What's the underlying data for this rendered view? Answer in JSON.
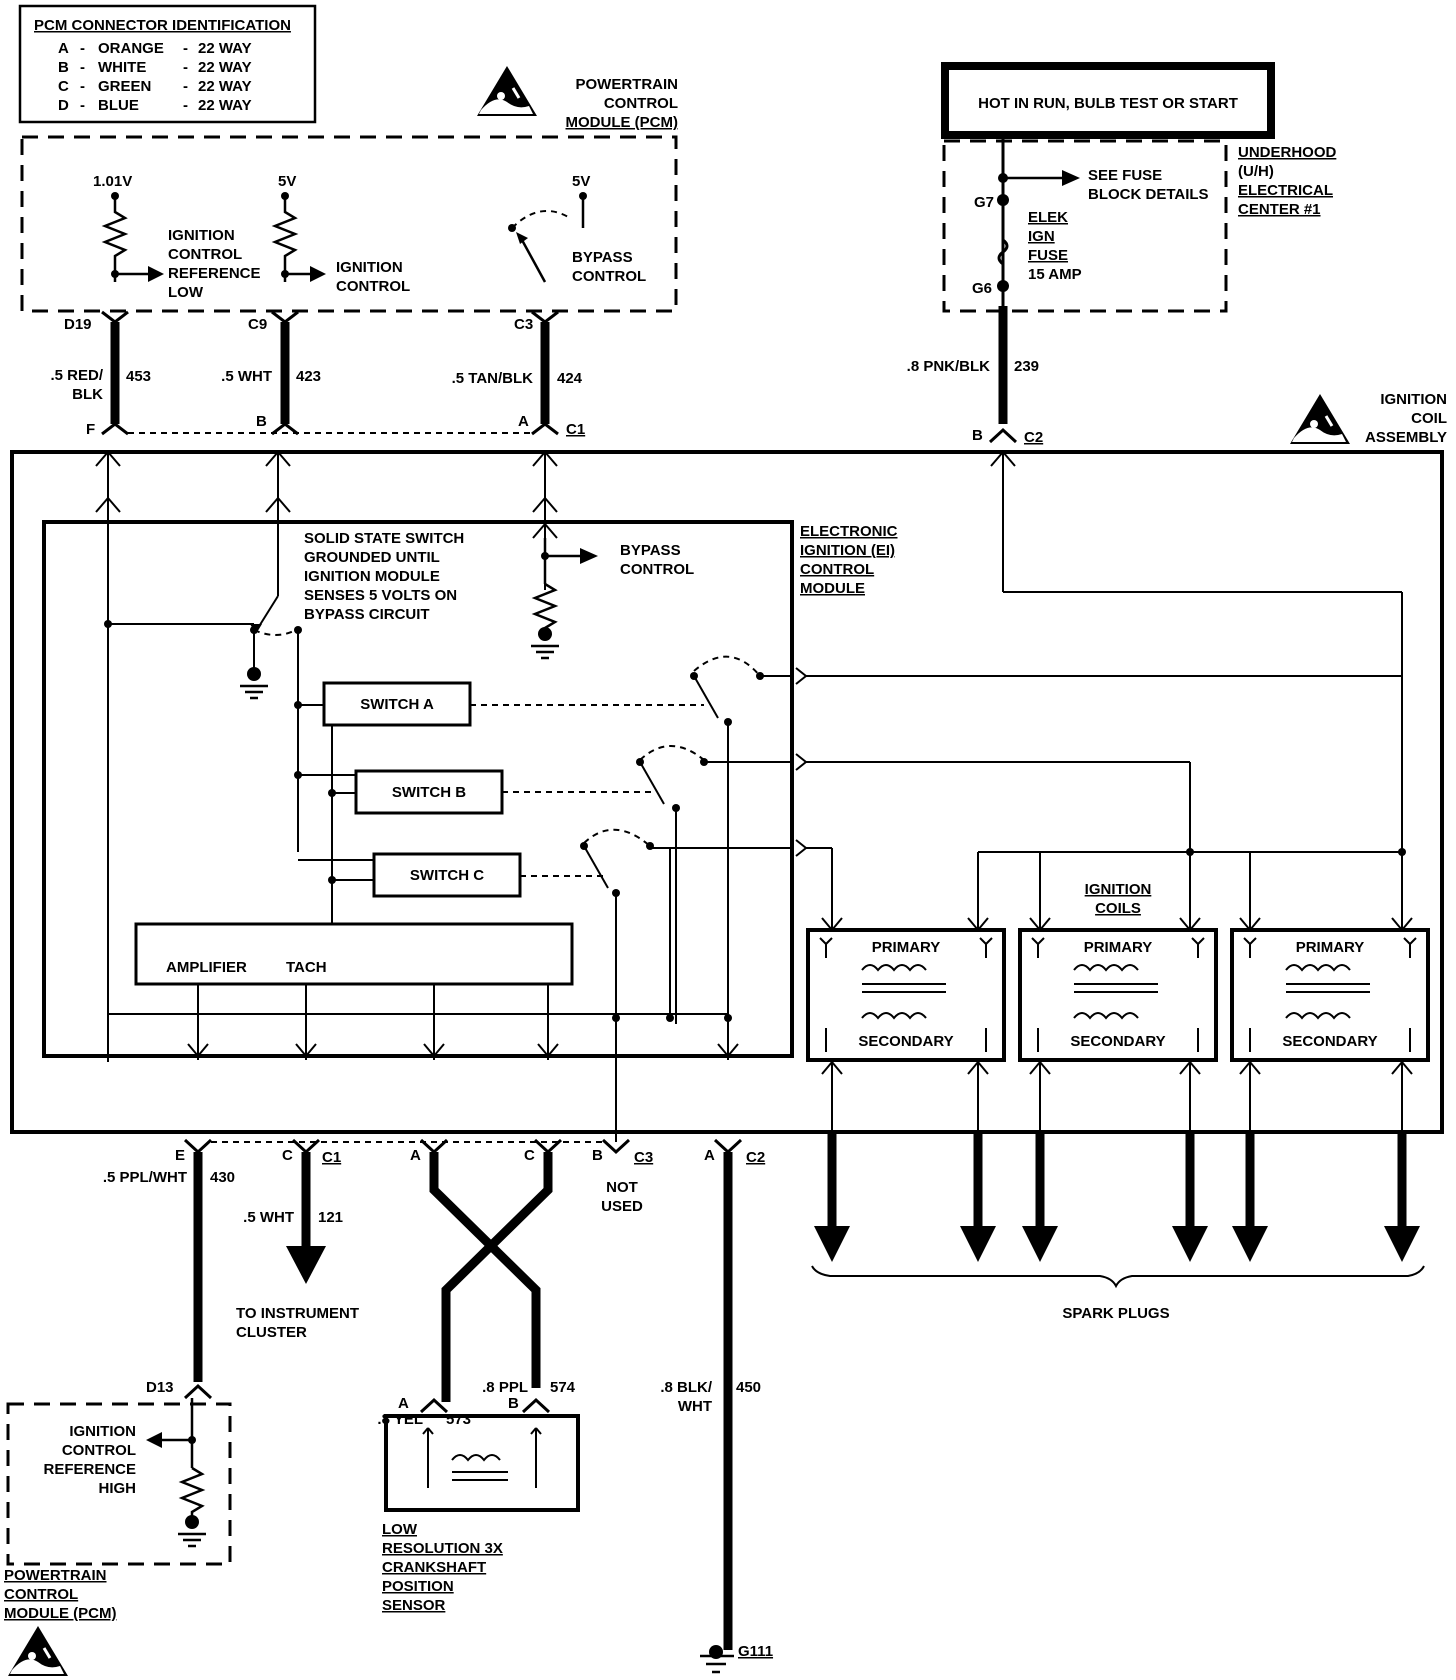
{
  "legend": {
    "title": "PCM CONNECTOR IDENTIFICATION",
    "rows": [
      {
        "letter": "A",
        "color": "ORANGE",
        "ways": "22 WAY"
      },
      {
        "letter": "B",
        "color": "WHITE",
        "ways": "22 WAY"
      },
      {
        "letter": "C",
        "color": "GREEN",
        "ways": "22 WAY"
      },
      {
        "letter": "D",
        "color": "BLUE",
        "ways": "22 WAY"
      }
    ],
    "dash": "-"
  },
  "pcm_top": {
    "title": [
      "POWERTRAIN",
      "CONTROL",
      "MODULE (PCM)"
    ],
    "v1": "1.01V",
    "v2": "5V",
    "v3": "5V",
    "icrl": [
      "IGNITION",
      "CONTROL",
      "REFERENCE",
      "LOW"
    ],
    "ic": [
      "IGNITION",
      "CONTROL"
    ],
    "bypass": [
      "BYPASS",
      "CONTROL"
    ],
    "pins": [
      "D19",
      "C9",
      "C3"
    ]
  },
  "wires_top": {
    "w1": {
      "gauge": [
        ".5 RED/",
        "BLK"
      ],
      "circuit": "453"
    },
    "w2": {
      "gauge": ".5 WHT",
      "circuit": "423"
    },
    "w3": {
      "gauge": ".5 TAN/BLK",
      "circuit": "424"
    },
    "w4": {
      "gauge": ".8 PNK/BLK",
      "circuit": "239"
    }
  },
  "hot_box": "HOT IN RUN, BULB TEST OR START",
  "fuse_block": {
    "see_fuse": [
      "SEE FUSE",
      "BLOCK DETAILS"
    ],
    "g7": "G7",
    "g6": "G6",
    "fuse": [
      "ELEK",
      "IGN",
      "FUSE",
      "15 AMP"
    ],
    "title": [
      "UNDERHOOD",
      "(U/H)",
      "ELECTRICAL",
      "CENTER #1"
    ]
  },
  "coil_assembly": {
    "title": [
      "IGNITION",
      "COIL",
      "ASSEMBLY"
    ],
    "c1_pins": [
      "F",
      "B",
      "A"
    ],
    "c1": "C1",
    "c2_pin": "B",
    "c2": "C2"
  },
  "ei_module": {
    "title": [
      "ELECTRONIC",
      "IGNITION (EI)",
      "CONTROL",
      "MODULE"
    ],
    "note": [
      "SOLID STATE SWITCH",
      "GROUNDED UNTIL",
      "IGNITION MODULE",
      "SENSES 5 VOLTS ON",
      "BYPASS CIRCUIT"
    ],
    "bypass": [
      "BYPASS",
      "CONTROL"
    ],
    "switch_a": "SWITCH A",
    "switch_b": "SWITCH B",
    "switch_c": "SWITCH C",
    "amplifier": "AMPLIFIER",
    "tach": "TACH"
  },
  "coils": {
    "title": [
      "IGNITION",
      "COILS"
    ],
    "primary": "PRIMARY",
    "secondary": "SECONDARY"
  },
  "spark_plugs": "SPARK PLUGS",
  "bottom": {
    "pins": {
      "e": "E",
      "c": "C",
      "c1": "C1",
      "a": "A",
      "c_b": "C",
      "b": "B",
      "c3": "C3",
      "a2": "A",
      "c2": "C2"
    },
    "w430": {
      "gauge": ".5 PPL/WHT",
      "circuit": "430"
    },
    "w121": {
      "gauge": ".5 WHT",
      "circuit": "121"
    },
    "to_cluster": [
      "TO INSTRUMENT",
      "CLUSTER"
    ],
    "not_used": [
      "NOT",
      "USED"
    ],
    "w573": {
      "gauge": ".8 YEL",
      "circuit": "573"
    },
    "w574": {
      "gauge": ".8 PPL",
      "circuit": "574"
    },
    "w450": {
      "gauge": [
        ".8 BLK/",
        "WHT"
      ],
      "circuit": "450"
    },
    "d13": "D13",
    "ground": "G111",
    "sensor_pins": [
      "A",
      "B"
    ]
  },
  "pcm_bottom": {
    "label": [
      "IGNITION",
      "CONTROL",
      "REFERENCE",
      "HIGH"
    ],
    "title": [
      "POWERTRAIN",
      "CONTROL",
      "MODULE (PCM)"
    ]
  },
  "sensor": [
    "LOW",
    "RESOLUTION 3X",
    "CRANKSHAFT",
    "POSITION",
    "SENSOR"
  ]
}
